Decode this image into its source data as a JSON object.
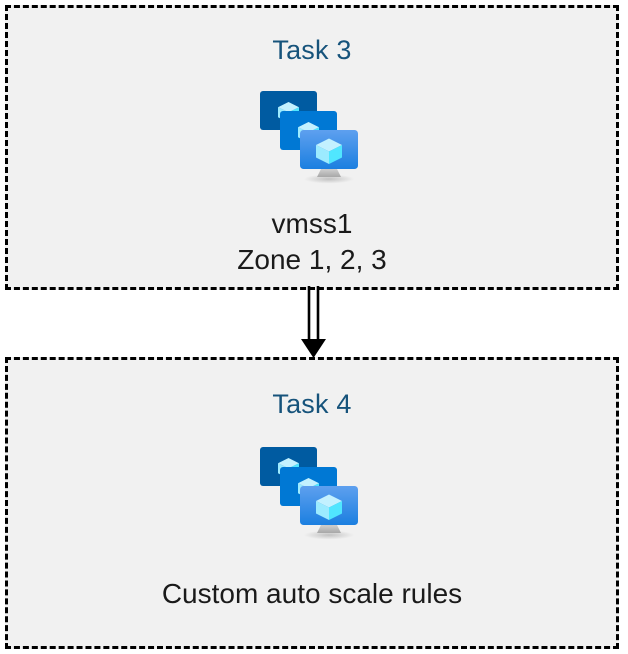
{
  "diagram": {
    "type": "flow",
    "background_color": "#ffffff",
    "box_fill_color": "#f1f1f1",
    "box_border_color": "#000000",
    "box_border_style": "dashed",
    "title_color": "#16537b",
    "caption_color": "#1a1a1a",
    "nodes": [
      {
        "id": "task-3",
        "title": "Task 3",
        "icon": "virtual-machine-scale-set-icon",
        "caption_lines": [
          "vmss1",
          "Zone 1, 2, 3"
        ]
      },
      {
        "id": "task-4",
        "title": "Task 4",
        "icon": "virtual-machine-scale-set-icon",
        "caption_lines": [
          "Custom auto scale rules"
        ]
      }
    ],
    "connectors": [
      {
        "id": "task3-to-task4",
        "from": "task-3",
        "to": "task-4",
        "style": "double-line",
        "arrowhead": "filled-triangle",
        "color": "#000000"
      }
    ]
  },
  "icon_palette": {
    "screen_back": "#005BA1",
    "screen_mid": "#0078D4",
    "screen_front_top": "#5EA0EF",
    "screen_front_bottom": "#1B7FE0",
    "cube_light": "#C3F1FF",
    "cube_mid": "#9CEBFF",
    "cube_dark": "#50E6FF",
    "stand": "#B3B3B3"
  }
}
